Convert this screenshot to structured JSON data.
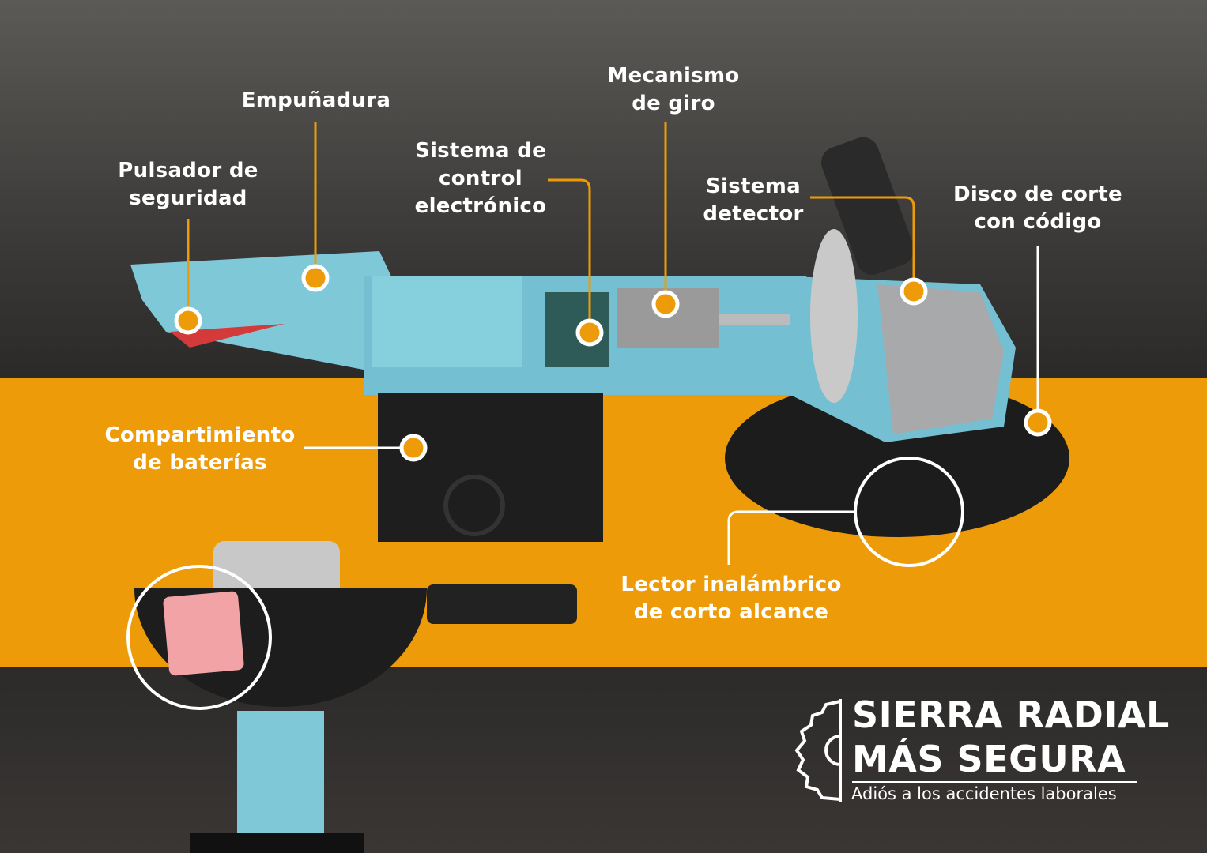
{
  "colors": {
    "accent": "#ee9b0a",
    "machine": "#7ec8d8",
    "text": "#ffffff",
    "background": "#2b2a29"
  },
  "labels": {
    "pulsador": [
      "Pulsador de",
      "seguridad"
    ],
    "empunadura": [
      "Empuñadura"
    ],
    "control": [
      "Sistema de",
      "control",
      "electrónico"
    ],
    "giro": [
      "Mecanismo",
      "de giro"
    ],
    "detector": [
      "Sistema",
      "detector"
    ],
    "disco": [
      "Disco de corte",
      "con código"
    ],
    "baterias": [
      "Compartimiento",
      "de baterías"
    ],
    "lector": [
      "Lector inalámbrico",
      "de corto alcance"
    ]
  },
  "logo": {
    "line1": "SIERRA RADIAL",
    "line2": "MÁS SEGURA",
    "tagline": "Adiós a los accidentes laborales",
    "icon": "saw-blade-icon"
  }
}
